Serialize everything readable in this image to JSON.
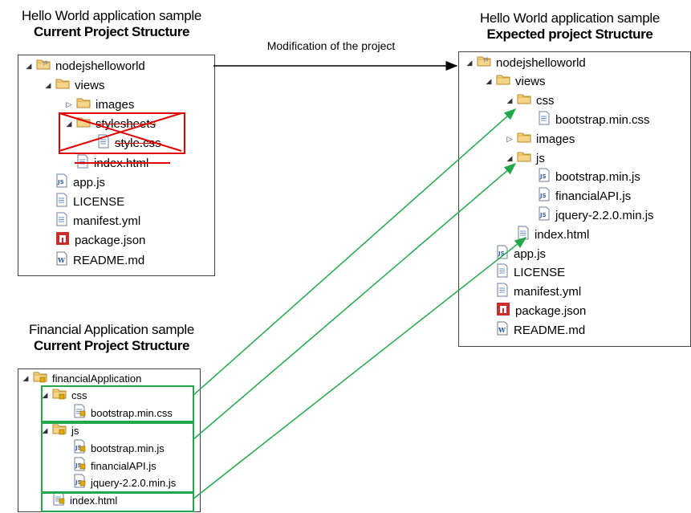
{
  "left_top": {
    "title": "Hello World application sample",
    "subtitle": "Current Project Structure",
    "tree": [
      {
        "label": "nodejshelloworld",
        "icon": "project-folder-icon",
        "arrow": "open"
      },
      {
        "label": "views",
        "icon": "folder-icon",
        "arrow": "open"
      },
      {
        "label": "images",
        "icon": "folder-icon",
        "arrow": "closed"
      },
      {
        "label": "stylesheets",
        "icon": "folder-icon",
        "arrow": "open",
        "strike": true
      },
      {
        "label": "style.css",
        "icon": "file-icon",
        "strike": true
      },
      {
        "label": "index.html",
        "icon": "file-icon",
        "strike": true
      },
      {
        "label": "app.js",
        "icon": "js-file-icon"
      },
      {
        "label": "LICENSE",
        "icon": "file-icon"
      },
      {
        "label": "manifest.yml",
        "icon": "file-icon"
      },
      {
        "label": "package.json",
        "icon": "npm-icon"
      },
      {
        "label": "README.md",
        "icon": "word-file-icon"
      }
    ]
  },
  "modification_label": "Modification of the project",
  "right": {
    "title": "Hello World application sample",
    "subtitle": "Expected project Structure",
    "tree": [
      {
        "label": "nodejshelloworld",
        "icon": "project-folder-icon",
        "arrow": "open"
      },
      {
        "label": "views",
        "icon": "folder-icon",
        "arrow": "open"
      },
      {
        "label": "css",
        "icon": "folder-icon",
        "arrow": "open"
      },
      {
        "label": "bootstrap.min.css",
        "icon": "file-icon"
      },
      {
        "label": "images",
        "icon": "folder-icon",
        "arrow": "closed"
      },
      {
        "label": "js",
        "icon": "folder-icon",
        "arrow": "open"
      },
      {
        "label": "bootstrap.min.js",
        "icon": "js-file-icon"
      },
      {
        "label": "financialAPI.js",
        "icon": "js-file-icon"
      },
      {
        "label": "jquery-2.2.0.min.js",
        "icon": "js-file-icon"
      },
      {
        "label": "index.html",
        "icon": "file-icon"
      },
      {
        "label": "app.js",
        "icon": "js-file-icon"
      },
      {
        "label": "LICENSE",
        "icon": "file-icon"
      },
      {
        "label": "manifest.yml",
        "icon": "file-icon"
      },
      {
        "label": "package.json",
        "icon": "npm-icon"
      },
      {
        "label": "README.md",
        "icon": "word-file-icon"
      }
    ]
  },
  "left_bottom": {
    "title": "Financial Application sample",
    "subtitle": "Current Project Structure",
    "tree": [
      {
        "label": "financialApplication",
        "icon": "locked-folder-icon",
        "arrow": "open"
      },
      {
        "label": "css",
        "icon": "locked-folder-icon",
        "arrow": "open"
      },
      {
        "label": "bootstrap.min.css",
        "icon": "locked-file-icon"
      },
      {
        "label": "js",
        "icon": "locked-folder-icon",
        "arrow": "open"
      },
      {
        "label": "bootstrap.min.js",
        "icon": "locked-js-file-icon"
      },
      {
        "label": "financialAPI.js",
        "icon": "locked-js-file-icon"
      },
      {
        "label": "jquery-2.2.0.min.js",
        "icon": "locked-js-file-icon"
      },
      {
        "label": "index.html",
        "icon": "locked-file-icon"
      }
    ]
  },
  "colors": {
    "highlight": "#22a84a",
    "delete": "#e00000",
    "arrow": "#000000"
  }
}
